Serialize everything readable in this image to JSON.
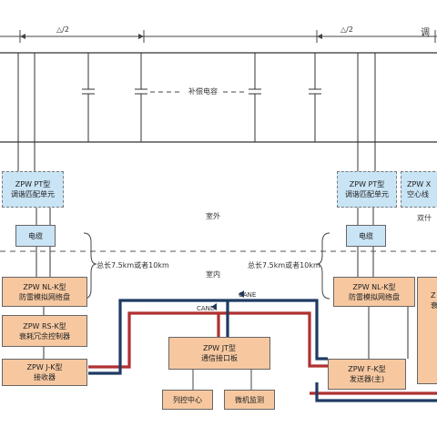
{
  "header": {
    "half_left": "△/2",
    "half_right": "△/2",
    "edge_char": "调"
  },
  "comp_cap_label": "补偿电容",
  "zone": {
    "outdoor": "室外",
    "indoor": "室内"
  },
  "cable_length_left": "总长7.5km或者10km",
  "cable_length_right": "总长7.5km或者10km",
  "left_column": {
    "pt_unit": {
      "line1": "ZPW  PT型",
      "line2": "调谐匹配单元"
    },
    "cable": "电缆",
    "nl_k": {
      "line1": "ZPW  NL-K型",
      "line2": "防雷模拟网络盘"
    },
    "rs_k": {
      "line1": "ZPW  RS-K型",
      "line2": "衰耗冗余控制器"
    },
    "j_k": {
      "line1": "ZPW  J-K型",
      "line2": "接收器"
    }
  },
  "right_column": {
    "pt_unit": {
      "line1": "ZPW  PT型",
      "line2": "调谐匹配单元"
    },
    "partial_unit": {
      "line1": "ZPW  X",
      "line2": "空心线"
    },
    "partial_label": "双什",
    "cable": "电缆",
    "nl_k": {
      "line1": "ZPW  NL-K型",
      "line2": "防雷模拟网络盘"
    },
    "f_k": {
      "line1": "ZPW  F-K型",
      "line2": "发送器(主)"
    },
    "far_right": {
      "line1": "Z",
      "line2": "衰"
    }
  },
  "center": {
    "jt": {
      "line1": "ZPW  JT型",
      "line2": "通信接口板"
    },
    "train_control": "列控中心",
    "micro_monitor": "微机监测",
    "cand": "CAND",
    "cane": "CANE"
  },
  "colors": {
    "orange_box": "#f7c8a0",
    "blue_box": "#c9e4f5",
    "can_red": "#b03030",
    "can_navy": "#1f3b63"
  }
}
